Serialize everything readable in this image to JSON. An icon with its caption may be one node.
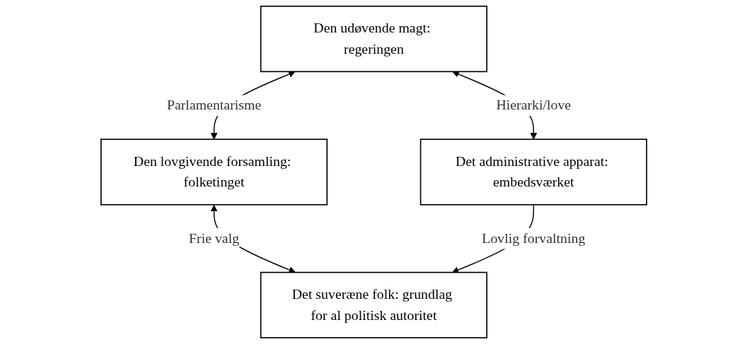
{
  "diagram": {
    "nodes": [
      {
        "text": [
          "Den udøvende magt: regeringen"
        ]
      },
      {
        "text": [
          "Den lovgivende forsamling: folketinget"
        ]
      },
      {
        "text": [
          "Det administrative apparat: embedsværket"
        ]
      },
      {
        "text": [
          "Det suveræne folk: grundlag for al politisk autoritet"
        ]
      }
    ],
    "edges": [
      {
        "from": 0,
        "to": 1,
        "arrow": "both",
        "label": "Parlamentarisme"
      },
      {
        "from": 0,
        "to": 2,
        "arrow": "both",
        "label": "Hierarki/love"
      },
      {
        "from": 1,
        "to": 3,
        "arrow": "both",
        "label": "Frie valg"
      },
      {
        "from": 2,
        "to": 3,
        "arrow": "to",
        "label": "Lovlig forvaltning"
      }
    ]
  }
}
